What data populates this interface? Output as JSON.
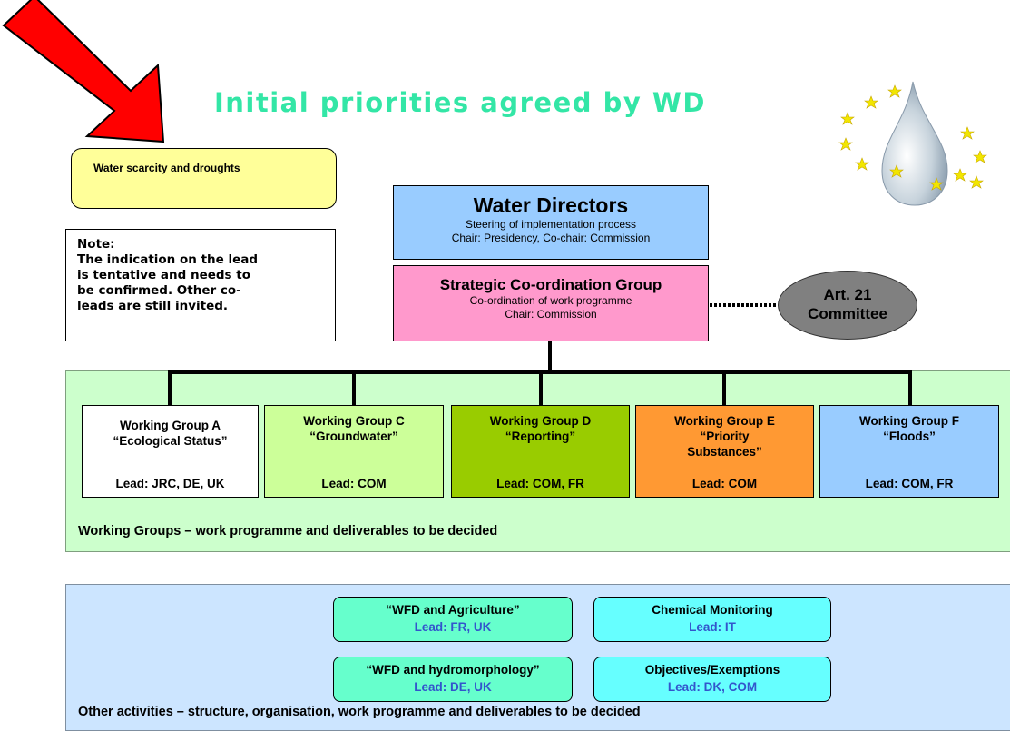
{
  "title": "Initial priorities agreed by WD",
  "water_directors": {
    "title": "Water Directors",
    "subtitle_1": "Steering of implementation process",
    "subtitle_2": "Chair: Presidency, Co-chair: Commission"
  },
  "scg": {
    "title": "Strategic Co-ordination Group",
    "subtitle_1": "Co-ordination of work programme",
    "subtitle_2": "Chair: Commission"
  },
  "art21": {
    "line_1": "Art. 21",
    "line_2": "Committee"
  },
  "scarcity": {
    "label": "Water scarcity and droughts"
  },
  "note": {
    "line_1": "Note:",
    "line_2": "The indication on the lead",
    "line_3": "is tentative and needs to",
    "line_4": "be confirmed. Other co-",
    "line_5": "leads are still invited."
  },
  "working_groups": [
    {
      "line_1": "Working Group A",
      "line_2": "“Ecological Status”",
      "line_3": "",
      "lead": "Lead: JRC, DE, UK",
      "color": "#ffffff"
    },
    {
      "line_1": "Working Group C",
      "line_2": "“Groundwater”",
      "line_3": "",
      "lead": "Lead: COM",
      "color": "#ccff99"
    },
    {
      "line_1": "Working Group D",
      "line_2": "“Reporting”",
      "line_3": "",
      "lead": "Lead: COM, FR",
      "color": "#99cc00"
    },
    {
      "line_1": "Working Group E",
      "line_2": "“Priority",
      "line_3": "Substances”",
      "lead": "Lead: COM",
      "color": "#ff9933"
    },
    {
      "line_1": "Working Group F",
      "line_2": "“Floods”",
      "line_3": "",
      "lead": "Lead: COM, FR",
      "color": "#99ccff"
    }
  ],
  "wg_footer": "Working Groups – work programme and deliverables to be decided",
  "other_activities": [
    {
      "title": "“WFD and Agriculture”",
      "lead": "Lead: FR, UK"
    },
    {
      "title": "Chemical Monitoring",
      "lead": "Lead: IT"
    },
    {
      "title": "“WFD and hydromorphology”",
      "lead": "Lead: DE, UK"
    },
    {
      "title": "Objectives/Exemptions",
      "lead": "Lead: DK, COM"
    }
  ],
  "oa_footer": "Other activities – structure, organisation, work programme and deliverables to be decided",
  "colors": {
    "title": "#33e6a6",
    "arrow": "#ff0000",
    "water_directors": "#99ccff",
    "scg": "#ff99cc",
    "art21": "#808080",
    "wg_area": "#ccffcc",
    "oa_area": "#cce5ff",
    "lead_text": "#3355cc"
  },
  "icons": {
    "arrow": "red-arrow-icon",
    "logo": "eu-water-drop-logo"
  }
}
